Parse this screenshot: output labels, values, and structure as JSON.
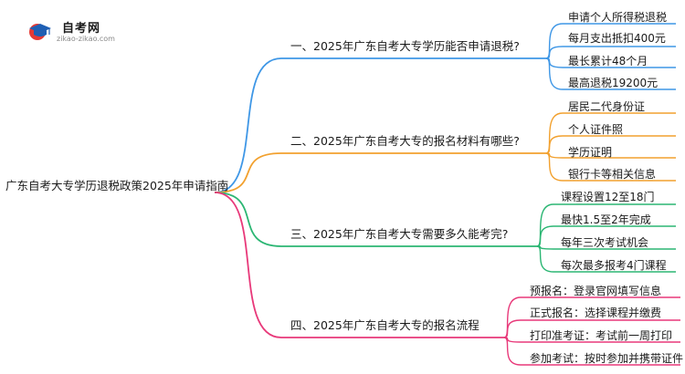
{
  "logo": {
    "title": "自考网",
    "url": "zikao-zikao.com"
  },
  "mindmap": {
    "root": "广东自考大专学历退税政策2025年申请指南",
    "branches": [
      {
        "label": "一、2025年广东自考大专学历能否申请退税?",
        "color": "#3f97e6",
        "leaves": [
          "申请个人所得税退税",
          "每月支出抵扣400元",
          "最长累计48个月",
          "最高退税19200元"
        ]
      },
      {
        "label": "二、2025年广东自考大专的报名材料有哪些?",
        "color": "#f2a12f",
        "leaves": [
          "居民二代身份证",
          "个人证件照",
          "学历证明",
          "银行卡等相关信息"
        ]
      },
      {
        "label": "三、2025年广东自考大专需要多久能考完?",
        "color": "#2bb673",
        "leaves": [
          "课程设置12至18门",
          "最快1.5至2年完成",
          "每年三次考试机会",
          "每次最多报考4门课程"
        ]
      },
      {
        "label": "四、2025年广东自考大专的报名流程",
        "color": "#e8397a",
        "leaves": [
          "预报名：登录官网填写信息",
          "正式报名：选择课程并缴费",
          "打印准考证：考试前一周打印",
          "参加考试：按时参加并携带证件"
        ]
      }
    ]
  }
}
